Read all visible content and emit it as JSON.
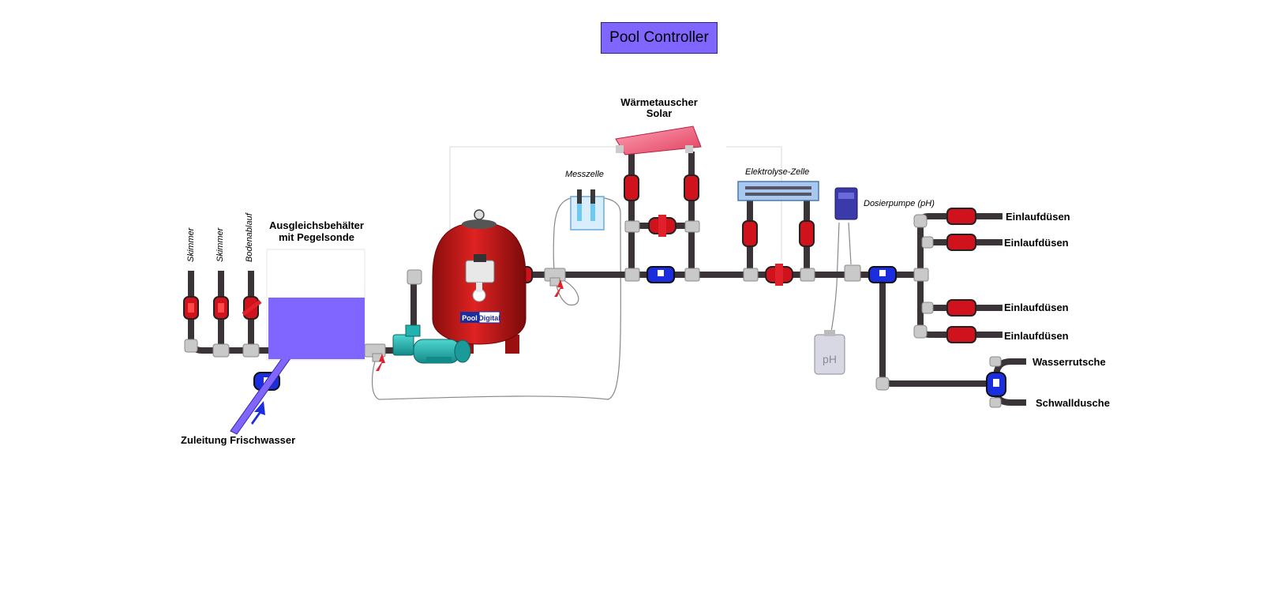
{
  "header": {
    "title": "Pool Controller"
  },
  "labels": {
    "skimmer_1": "Skimmer",
    "skimmer_2": "Skimmer",
    "bodenablauf": "Bodenablauf",
    "tank_line1": "Ausgleichsbehälter",
    "tank_line2": "mit Pegelsonde",
    "zuleitung": "Zuleitung Frischwasser",
    "messzelle": "Messzelle",
    "waerme_line1": "Wärmetauscher",
    "waerme_line2": "Solar",
    "elektrolyse": "Elektrolyse-Zelle",
    "dosierpumpe": "Dosierpumpe (pH)",
    "einlauf_1": "Einlaufdüsen",
    "einlauf_2": "Einlaufdüsen",
    "einlauf_3": "Einlaufdüsen",
    "einlauf_4": "Einlaufdüsen",
    "wasserrutsche": "Wasserrutsche",
    "schwalldusche": "Schwalldusche",
    "filter_logo_a": "Pool",
    "filter_logo_b": "Digital",
    "canister": "pH"
  },
  "colors": {
    "title_bg": "#8066ff",
    "tank_water": "#8066ff",
    "pipe": "#3a3338",
    "fitting": "#c8c8c8",
    "valve_red": "#e0202a",
    "valve_blue": "#1a2ee0",
    "filter_red": "#cc1a1a",
    "pump_teal": "#22b3b0",
    "solar_pink": "#f0607a",
    "electrolysis_blue": "#a8c8f0",
    "dosing_blue": "#3a3aa8"
  }
}
